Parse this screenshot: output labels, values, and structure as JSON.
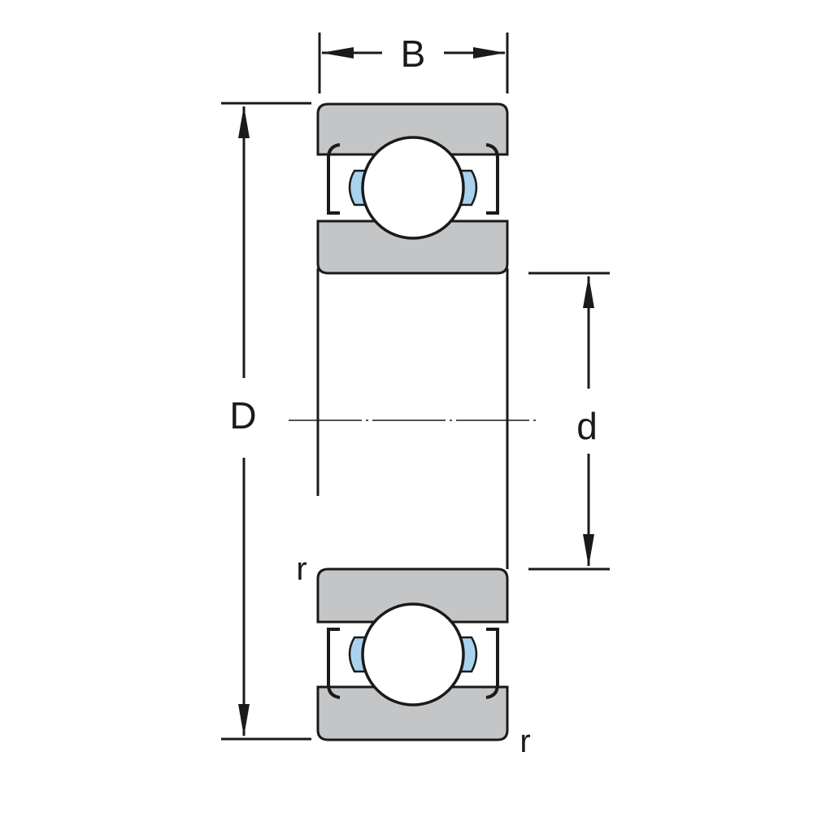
{
  "labels": {
    "width": "B",
    "outer_diameter": "D",
    "bore_diameter": "d",
    "radius_upper": "r",
    "radius_lower": "r"
  },
  "colors": {
    "ring": "#c4c5c7",
    "ball": "#ffffff",
    "cage": "#a9d2ee",
    "stroke": "#1a1a1a"
  },
  "icons": [
    "ball-bearing-cross-section"
  ]
}
